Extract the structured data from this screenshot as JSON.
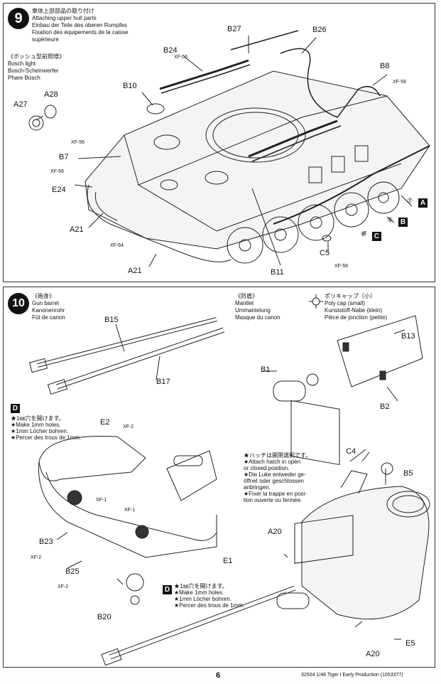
{
  "step9": {
    "number": "9",
    "title_lines": [
      "車体上部部品の取り付け",
      "Attaching upper hull parts",
      "Einbau der Teile des oberen Rumpfes",
      "Fixation des équipements de la caisse",
      "supérieure"
    ],
    "sub_title_lines": [
      "《ボッシュ型前照燈》",
      "Bosch light",
      "Bosch-Scheinwerfer",
      "Phare Bosch"
    ],
    "part_labels": [
      "B27",
      "B26",
      "B24",
      "B8",
      "B10",
      "A28",
      "A27",
      "B7",
      "E24",
      "A21",
      "A21",
      "C5",
      "B11"
    ],
    "paint_labels": [
      "XF-56",
      "XF-56",
      "XF-56",
      "XF-56",
      "XF-64",
      "XF-56"
    ],
    "step_refs": [
      {
        "text": "⑦",
        "box": "A"
      },
      {
        "text": "⑨",
        "box": "B"
      },
      {
        "text": "⑩",
        "box": "C"
      }
    ]
  },
  "step10": {
    "number": "10",
    "barrel_title_lines": [
      "《砲身》",
      "Gun barrel",
      "Kanonenrohr",
      "Fût de canon"
    ],
    "mantlet_title_lines": [
      "《防盾》",
      "Mantlet",
      "Ummantelung",
      "Masque du canon"
    ],
    "polycap_lines": [
      "ポリキャップ（小）",
      "Poly cap (small)",
      "Kunststoff-Nabe (klein)",
      "Pièce de jonction (petite)"
    ],
    "barrel_parts": [
      "B15",
      "B17"
    ],
    "mantlet_parts": [
      "B13",
      "B1",
      "B2"
    ],
    "d_badge": "D",
    "drill_note_lines": [
      "★1㎜穴を開けます。",
      "★Make 1mm holes.",
      "★1mm Löcher bohren.",
      "★Percer des trous de 1mm."
    ],
    "hatch_note_lines": [
      "★ハッチは開閉選択です。",
      "★Attach hatch in open",
      "or closed position.",
      "★Die Luke entweder ge-",
      "öffnet oder geschlossen",
      "anbringen.",
      "★Fixer la trappe en posi-",
      "tion ouverte ou fermée."
    ],
    "turret_parts": [
      "E2",
      "XF-2",
      "XF-1",
      "XF-1",
      "B23",
      "XF-2",
      "B25",
      "XF-2",
      "E1",
      "B20",
      "C4",
      "B5",
      "A20",
      "A20",
      "E5"
    ]
  },
  "footer": {
    "page_number": "6",
    "code": "32504  1/48 Tiger I Early Production (1053377)"
  }
}
